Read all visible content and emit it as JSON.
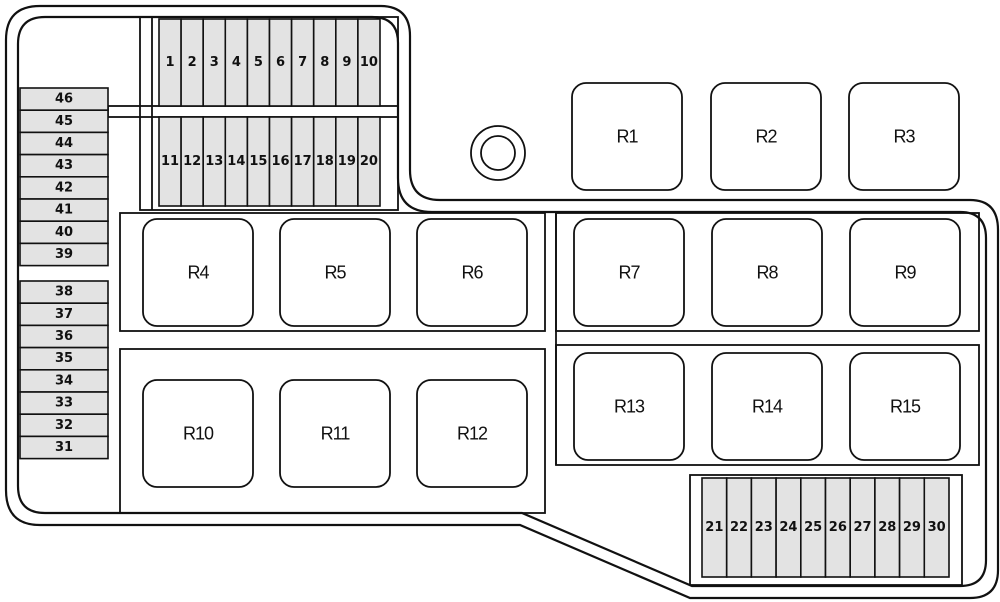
{
  "title": "Fuse and relay box layout",
  "colors": {
    "fuse_fill": "#e3e3e3",
    "relay_fill": "#ffffff",
    "line": "#111111"
  },
  "fuses": {
    "top_row": [
      "1",
      "2",
      "3",
      "4",
      "5",
      "6",
      "7",
      "8",
      "9",
      "10"
    ],
    "second_row": [
      "11",
      "12",
      "13",
      "14",
      "15",
      "16",
      "17",
      "18",
      "19",
      "20"
    ],
    "bottom_right_row": [
      "21",
      "22",
      "23",
      "24",
      "25",
      "26",
      "27",
      "28",
      "29",
      "30"
    ],
    "left_upper_column": [
      "46",
      "45",
      "44",
      "43",
      "42",
      "41",
      "40",
      "39"
    ],
    "left_lower_column": [
      "38",
      "37",
      "36",
      "35",
      "34",
      "33",
      "32",
      "31"
    ]
  },
  "relays": {
    "top_row": [
      "R1",
      "R2",
      "R3"
    ],
    "middle_left": [
      "R4",
      "R5",
      "R6"
    ],
    "middle_right": [
      "R7",
      "R8",
      "R9"
    ],
    "lower_left": [
      "R10",
      "R11",
      "R12"
    ],
    "lower_right": [
      "R13",
      "R14",
      "R15"
    ]
  },
  "mount_point_icon": "circle-bolt-icon"
}
